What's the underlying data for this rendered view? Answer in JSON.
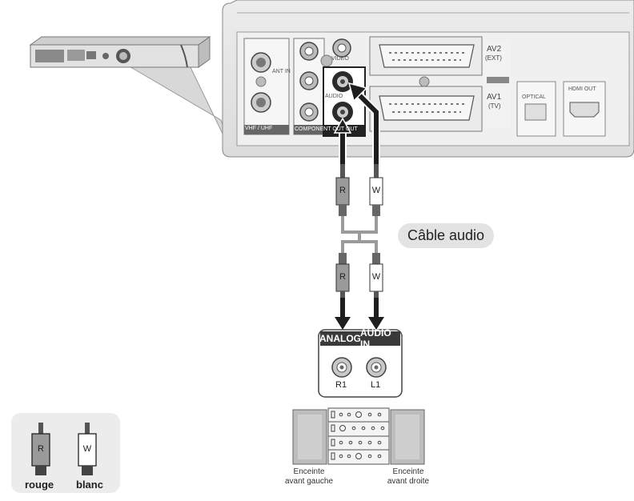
{
  "cable_label": "Câble audio",
  "panel": {
    "vhf_uhf": "VHF / UHF",
    "ant_in": "ANT IN",
    "audio": "AUDIO",
    "video": "VIDEO",
    "component_out": "COMPONENT OUT",
    "out": "OUT",
    "av2": "AV2",
    "ext": "(EXT)",
    "av1": "AV1",
    "tv": "(TV)",
    "optical": "OPTICAL",
    "hdmi": "HDMI OUT"
  },
  "plugs": {
    "red": "R",
    "white": "W"
  },
  "receiver": {
    "header_left": "ANALOG",
    "header_right": "AUDIO IN",
    "jack_left": "R1",
    "jack_right": "L1"
  },
  "speakers": {
    "left_line1": "Enceinte",
    "left_line2": "avant gauche",
    "right_line1": "Enceinte",
    "right_line2": "avant droite"
  },
  "legend": {
    "red_label": "rouge",
    "white_label": "blanc",
    "red_letter": "R",
    "white_letter": "W"
  },
  "colors": {
    "cable_gray": "#9a9a9a",
    "panel_gray": "#e6e6e6",
    "dark": "#2a2a2a"
  }
}
